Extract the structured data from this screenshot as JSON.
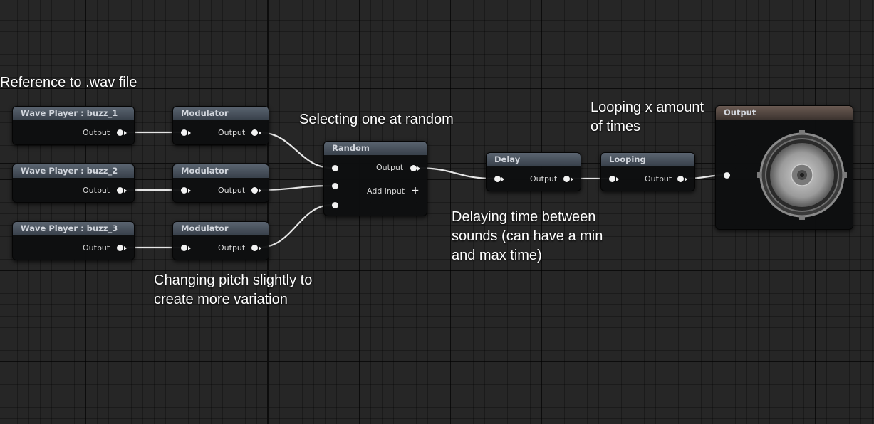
{
  "annotations": {
    "wav_reference": "Reference to .wav file",
    "random_selection": "Selecting one at random",
    "looping": [
      "Looping x amount",
      "of times"
    ],
    "delaying": [
      "Delaying time between",
      "sounds (can have a min",
      "and max time)"
    ],
    "pitch": [
      "Changing pitch slightly to",
      "create more variation"
    ]
  },
  "nodes": {
    "wave_player_1": {
      "title": "Wave Player : buzz_1",
      "output": "Output"
    },
    "wave_player_2": {
      "title": "Wave Player : buzz_2",
      "output": "Output"
    },
    "wave_player_3": {
      "title": "Wave Player : buzz_3",
      "output": "Output"
    },
    "modulator_1": {
      "title": "Modulator",
      "output": "Output"
    },
    "modulator_2": {
      "title": "Modulator",
      "output": "Output"
    },
    "modulator_3": {
      "title": "Modulator",
      "output": "Output"
    },
    "random": {
      "title": "Random",
      "output": "Output",
      "add_input": "Add input"
    },
    "delay": {
      "title": "Delay",
      "output": "Output"
    },
    "looping": {
      "title": "Looping",
      "output": "Output"
    },
    "output": {
      "title": "Output"
    }
  },
  "icons": {
    "add_input": "plus-icon",
    "output_node": "speaker-icon"
  },
  "colors": {
    "wire": "#e6e6e6",
    "pin": "#f2f2f2",
    "node_header": "#4a535e",
    "output_header": "#5a4a43"
  }
}
